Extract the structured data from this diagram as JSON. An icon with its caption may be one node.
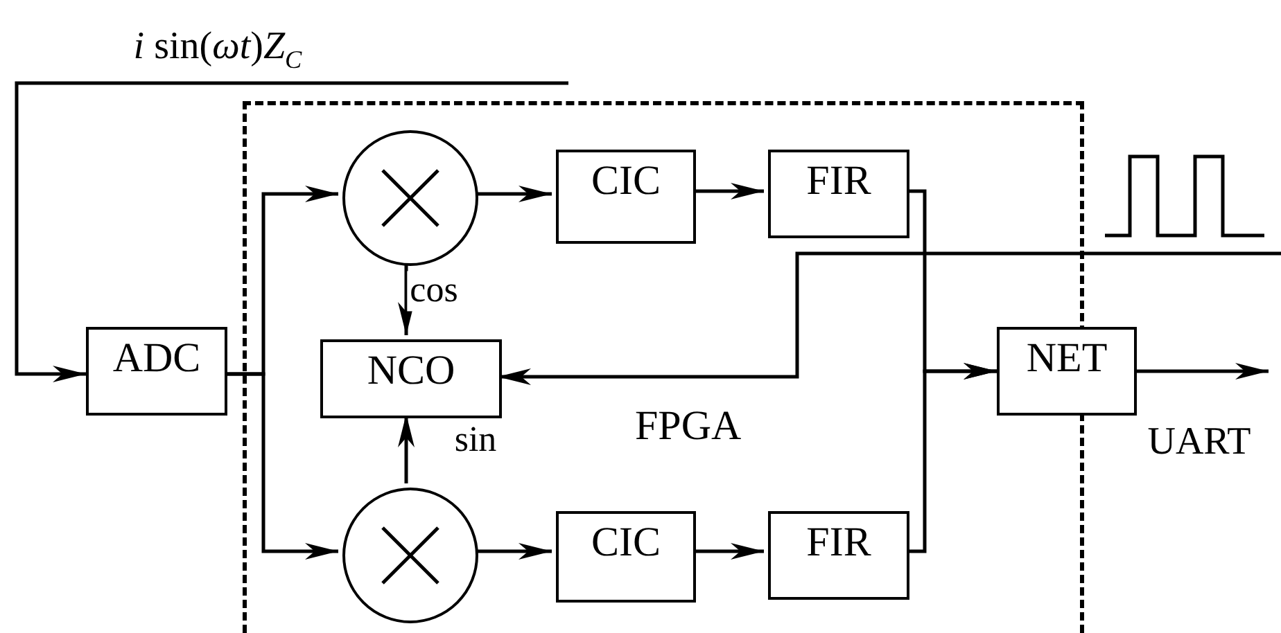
{
  "diagram": {
    "nodes": [
      {
        "text": [
          "ADC"
        ]
      },
      {
        "text": [
          "FPGA"
        ]
      },
      {
        "text": [],
        "shape": "circle",
        "in": 1
      },
      {
        "text": [
          "CIC"
        ],
        "in": 1
      },
      {
        "text": [
          "FIR"
        ],
        "in": 1
      },
      {
        "text": [
          "NCO"
        ],
        "in": 1
      },
      {
        "text": [],
        "shape": "circle",
        "in": 1
      },
      {
        "text": [
          "CIC"
        ],
        "in": 1
      },
      {
        "text": [
          "FIR"
        ],
        "in": 1
      },
      {
        "text": [
          "NET"
        ]
      }
    ],
    "edges": [
      {
        "from": null,
        "to": 0,
        "arrow": "to",
        "label": "*i* sin(*ωt*)*Z*$_{C}$"
      },
      {
        "from": 0,
        "to": 2,
        "arrow": "to"
      },
      {
        "from": 0,
        "to": 6,
        "arrow": "to"
      },
      {
        "from": 2,
        "to": 3,
        "arrow": "to"
      },
      {
        "from": 3,
        "to": 4,
        "arrow": "to"
      },
      {
        "from": 2,
        "to": 5,
        "arrow": "to",
        "label": "cos"
      },
      {
        "from": 6,
        "to": 5,
        "arrow": "to",
        "label": "sin"
      },
      {
        "from": 6,
        "to": 7,
        "arrow": "to"
      },
      {
        "from": 7,
        "to": 8,
        "arrow": "to"
      },
      {
        "from": 4,
        "to": 9,
        "arrow": "to"
      },
      {
        "from": 8,
        "to": 9,
        "arrow": "to"
      },
      {
        "from": null,
        "to": 5,
        "arrow": "to"
      },
      {
        "from": 9,
        "to": null,
        "arrow": "to",
        "label": "UART"
      }
    ]
  }
}
